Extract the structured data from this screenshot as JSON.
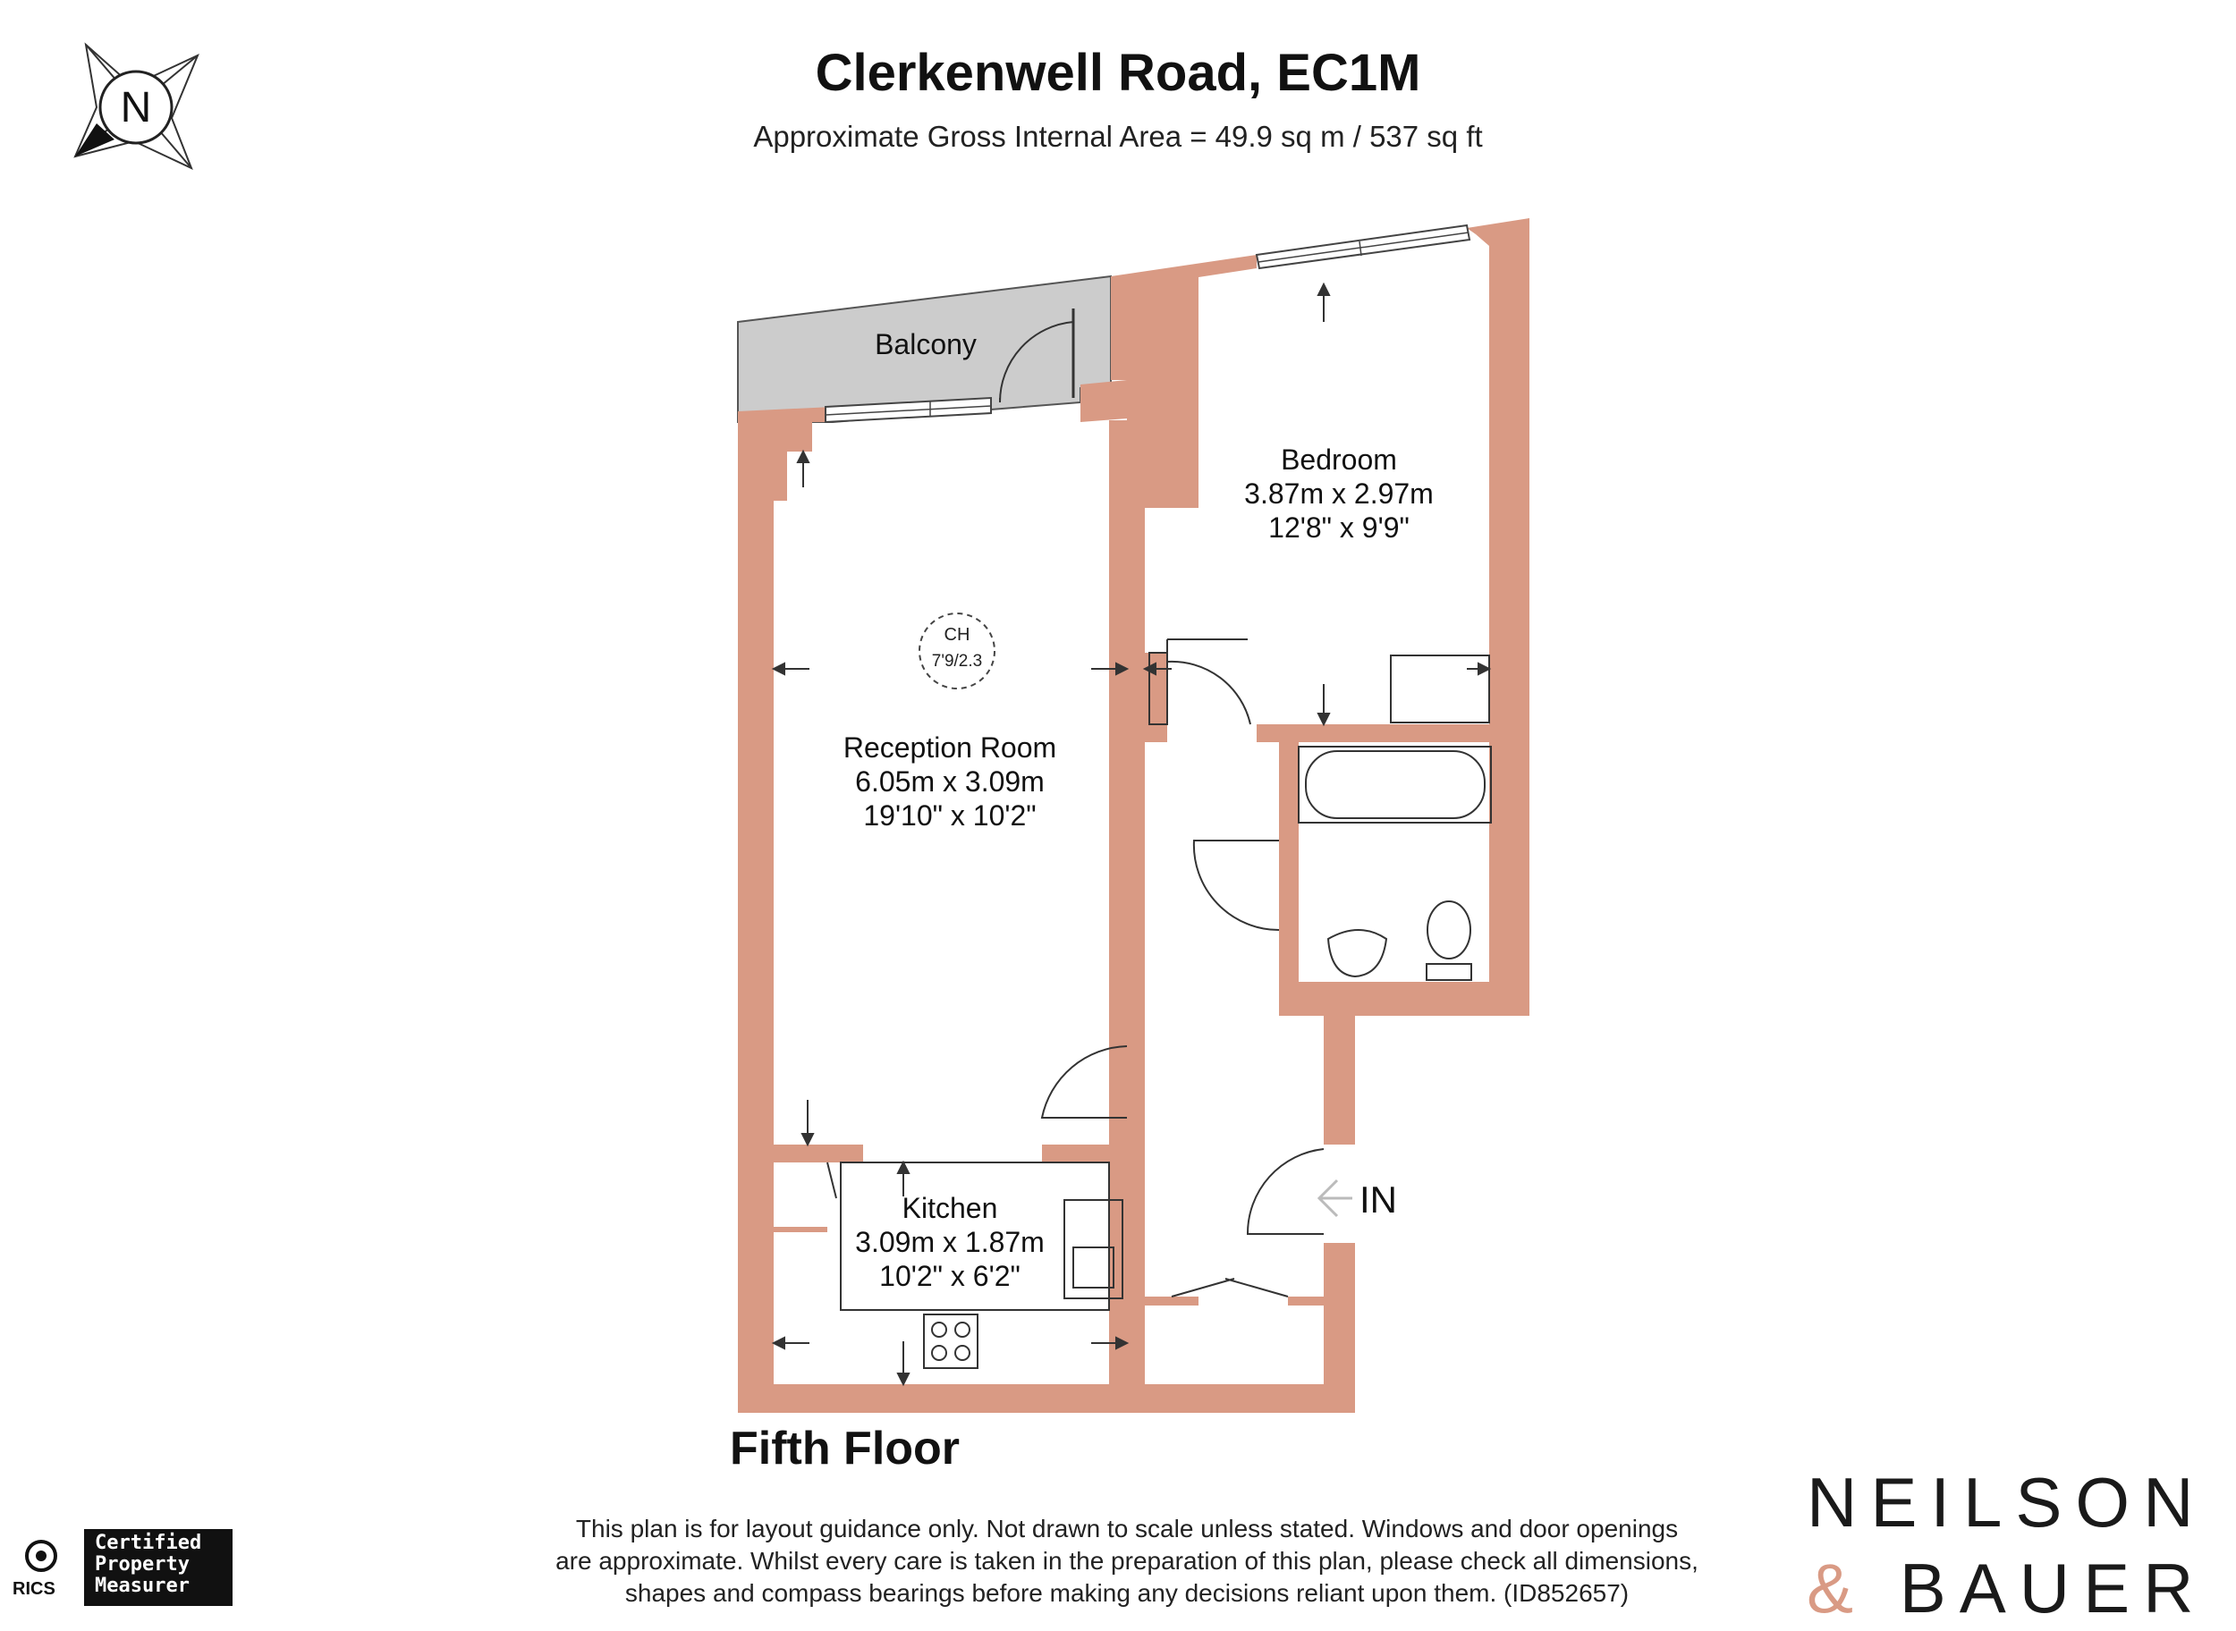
{
  "header": {
    "title": "Clerkenwell Road, EC1M",
    "subtitle": "Approximate Gross Internal Area = 49.9 sq m / 537 sq ft"
  },
  "compass": {
    "label": "N",
    "icon": "compass-north-icon"
  },
  "rooms": {
    "balcony": {
      "name": "Balcony"
    },
    "bedroom": {
      "name": "Bedroom",
      "metric": "3.87m x 2.97m",
      "imperial": "12'8\" x 9'9\""
    },
    "reception": {
      "name": "Reception Room",
      "metric": "6.05m x 3.09m",
      "imperial": "19'10\" x 10'2\""
    },
    "kitchen": {
      "name": "Kitchen",
      "metric": "3.09m x 1.87m",
      "imperial": "10'2\" x 6'2\""
    }
  },
  "ceiling_height": {
    "label": "CH",
    "value": "7'9/2.3"
  },
  "entrance": {
    "label": "IN"
  },
  "floor_label": "Fifth Floor",
  "disclaimer": [
    "This plan is for layout guidance only. Not drawn to scale unless stated. Windows and door openings",
    "are approximate. Whilst every care is taken in the preparation of this plan, please check all dimensions,",
    "shapes and compass bearings before making any decisions reliant upon them. (ID852657)"
  ],
  "certification": {
    "badge_lines": [
      "Certified",
      "Property",
      "Measurer"
    ],
    "org": "RICS"
  },
  "brand": {
    "line1": "NEILSON",
    "ampersand": "&",
    "line2": "BAUER"
  },
  "colors": {
    "wall": "#d99a84",
    "balcony": "#cccccc",
    "outline": "#333333",
    "text": "#111111"
  }
}
